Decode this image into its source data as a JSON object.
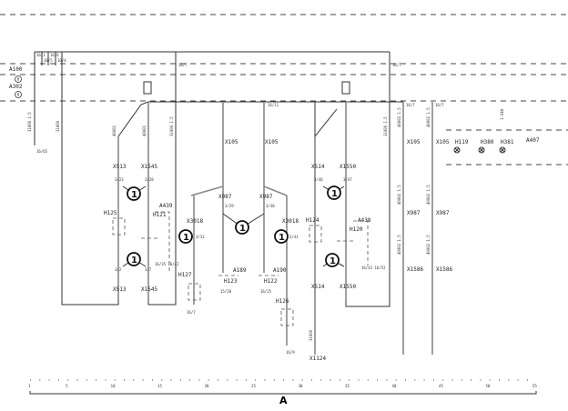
{
  "rows": {
    "a100": "A100",
    "a302": "A302",
    "zero": "0"
  },
  "top_refs": [
    "16/1",
    "16/5",
    "16/6",
    "16/4",
    "16/7",
    "16/11",
    "16/7",
    "16/7",
    "16/7"
  ],
  "connectors": {
    "x513": "X513",
    "x1545": "X1545",
    "x105": "X105",
    "x987": "X987",
    "x3018": "X3018",
    "x514": "X514",
    "x1550": "X1550",
    "x1586": "X1586",
    "x1124": "X1124"
  },
  "pins": {
    "p3_23": "3/23",
    "p3_28": "3/28",
    "p3_29": "3/29",
    "p3_30": "3/30",
    "p3_31": "3/31",
    "p3_41": "3/41",
    "p3_46": "3/46",
    "p3_47": "3/47",
    "p3_2": "3/2",
    "p3_7": "3/7"
  },
  "devices": {
    "h125": "H125",
    "h121": "H121",
    "a439": "A439",
    "h127": "H127",
    "h123": "H123",
    "a189": "A189",
    "h122": "H122",
    "a190": "A190",
    "h126": "H126",
    "h124": "H124",
    "h120": "H120",
    "a438": "A438",
    "h119": "H119",
    "h380": "H380",
    "h381": "H381",
    "a407": "A407"
  },
  "wires": {
    "w1": "31800 1.5",
    "w2": "31800",
    "w3": "40001",
    "w4": "31000",
    "w5": "40002 1.5",
    "w6": "31000 1.5"
  },
  "refs": {
    "r1": "16/65",
    "r2": "16/35 16/42",
    "r3": "16/7",
    "r4": "15/20",
    "r5": "16/25",
    "r6": "16/9",
    "r7": "16/43 16/52",
    "r8": "1-S4A"
  },
  "callout": "1",
  "ruler": {
    "labels": [
      "1",
      "5",
      "10",
      "15",
      "20",
      "25",
      "30",
      "35",
      "40",
      "45",
      "50",
      "55"
    ],
    "title": "A"
  }
}
